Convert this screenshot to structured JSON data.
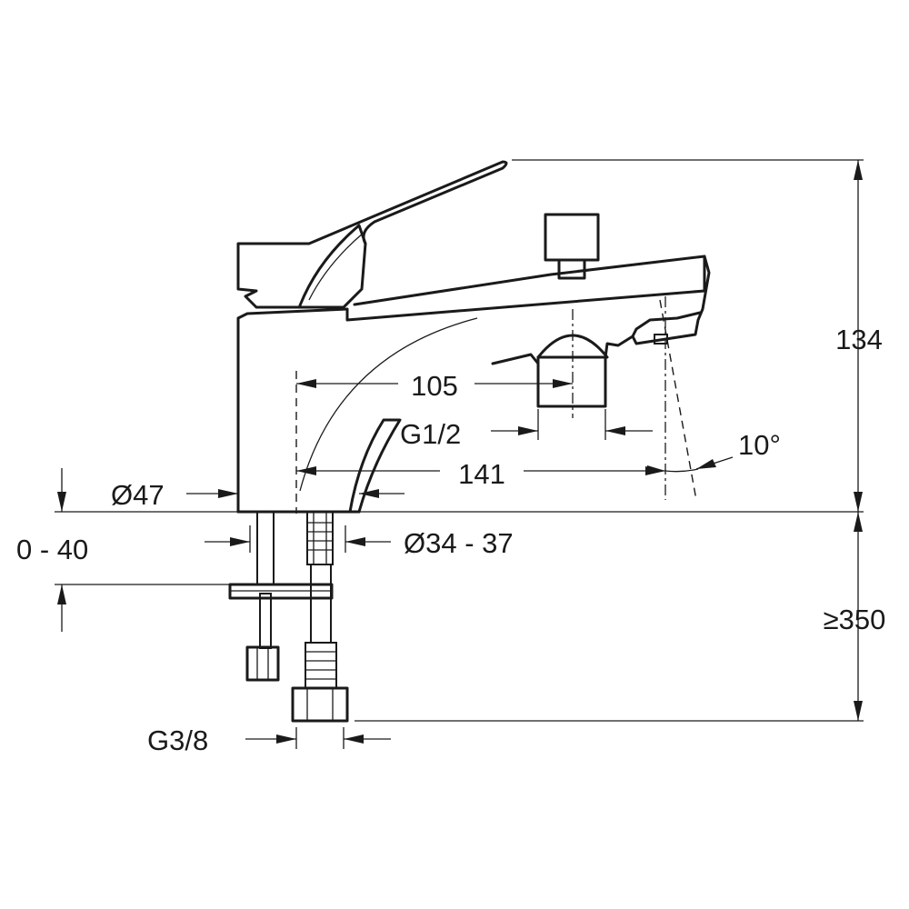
{
  "dimensions": {
    "height_total": "134",
    "spout_offset": "105",
    "diverter_thread": "G1/2",
    "spout_angle": "10°",
    "spout_reach": "141",
    "base_diameter": "Ø47",
    "deck_thickness": "0 - 40",
    "hole_diameter": "Ø34 - 37",
    "hose_length": "≥350",
    "supply_thread": "G3/8"
  }
}
